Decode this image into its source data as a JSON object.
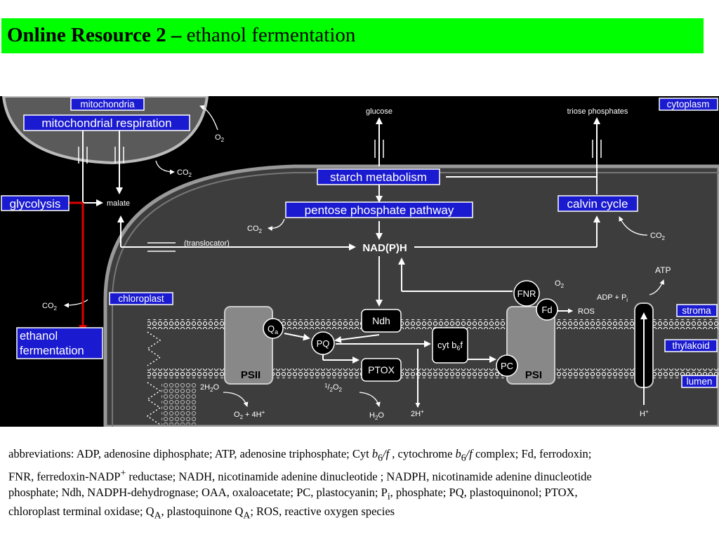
{
  "header": {
    "title_bold": "Online Resource 2 –",
    "title_rest": "ethanol fermentation",
    "background": "#00ff00"
  },
  "labels": {
    "mitochondria": "mitochondria",
    "mito_respiration": "mitochondrial respiration",
    "cytoplasm": "cytoplasm",
    "glycolysis": "glycolysis",
    "malate": "malate",
    "glucose": "glucose",
    "triose": "triose phosphates",
    "starch": "starch metabolism",
    "ppp": "pentose phosphate pathway",
    "calvin": "calvin cycle",
    "translocator": "(translocator)",
    "nadph": "NAD(P)H",
    "chloroplast": "chloroplast",
    "ethanol_1": "ethanol",
    "ethanol_2": "fermentation",
    "atp": "ATP",
    "adp": "ADP + P",
    "adp_sub": "i",
    "fnr": "FNR",
    "fd": "Fd",
    "ros": "ROS",
    "stroma": "stroma",
    "thylakoid": "thylakoid",
    "lumen": "lumen",
    "ndh": "Ndh",
    "psii": "PSII",
    "psi": "PSI",
    "qa": "Q",
    "qa_sub": "a",
    "pq": "PQ",
    "cytb6f": "cyt b",
    "cytb6f_sub": "6",
    "cytb6f_f": "f",
    "ptox": "PTOX",
    "pc": "PC",
    "water": "2H",
    "water_sub": "2",
    "water_o": "O",
    "o2_4h": "O",
    "o2_4h_sub": "2",
    "o2_4h_rest": "+ 4H",
    "o2_4h_sup": "+",
    "half": "1",
    "half_den": "2",
    "half_o": "O",
    "half_o_sub": "2",
    "h2o": "H",
    "h2o_sub": "2",
    "h2o_o": "O",
    "two_h": "2H",
    "two_h_sup": "+",
    "h_plus": "H",
    "h_plus_sup": "+",
    "co2": "CO",
    "co2_sub": "2",
    "o2": "O",
    "o2_sub": "2"
  },
  "footer": {
    "l1a": "abbreviations: ADP, adenosine diphosphate; ATP, adenosine triphosphate; Cyt ",
    "l1b": "b",
    "l1b_sub": "6",
    "l1c": "/f",
    "l1d": " , cytochrome ",
    "l1e": "b",
    "l1e_sub": "6",
    "l1f": "/f",
    "l1g": " complex; Fd, ferrodoxin;",
    "l2a": "FNR, ferredoxin-NADP",
    "l2a_sup": "+",
    "l2b": " reductase; NADH, nicotinamide adenine dinucleotide ; NADPH, nicotinamide adenine dinucleotide",
    "l3a": "phosphate; Ndh, NADPH-dehydrognase; OAA, oxaloacetate; PC, plastocyanin; P",
    "l3a_sub": "i",
    "l3b": ", phosphate; PQ, plastoquinonol; PTOX,",
    "l4a": "chloroplast terminal oxidase; Q",
    "l4a_sub": "A",
    "l4b": ", plastoquinone Q",
    "l4b_sub": "A",
    "l4c": "; ROS, reactive oxygen species"
  },
  "colors": {
    "label_box": "#1a1ad0",
    "diagram_bg": "#000000",
    "fermentation_arrow": "#e00000",
    "chloroplast_fill": "#3d3d3d",
    "mito_fill": "#5a5a5a"
  }
}
